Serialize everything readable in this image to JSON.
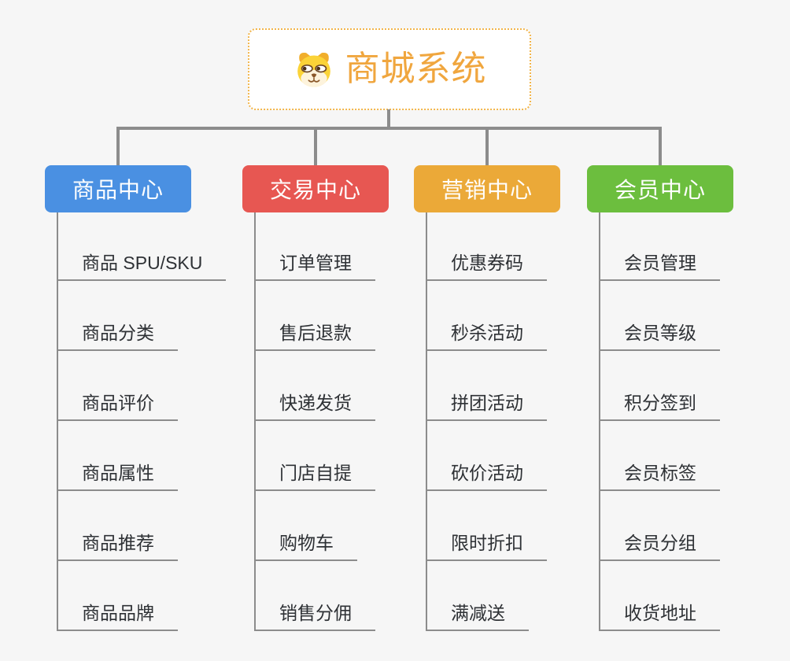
{
  "root": {
    "title": "商城系统",
    "icon": "dog-face-icon"
  },
  "branches": [
    {
      "label": "商品中心",
      "color": "#4A90E2",
      "children": [
        "商品 SPU/SKU",
        "商品分类",
        "商品评价",
        "商品属性",
        "商品推荐",
        "商品品牌"
      ]
    },
    {
      "label": "交易中心",
      "color": "#E75752",
      "children": [
        "订单管理",
        "售后退款",
        "快递发货",
        "门店自提",
        "购物车",
        "销售分佣"
      ]
    },
    {
      "label": "营销中心",
      "color": "#EBA938",
      "children": [
        "优惠券码",
        "秒杀活动",
        "拼团活动",
        "砍价活动",
        "限时折扣",
        "满减送"
      ]
    },
    {
      "label": "会员中心",
      "color": "#6CBE3E",
      "children": [
        "会员管理",
        "会员等级",
        "积分签到",
        "会员标签",
        "会员分组",
        "收货地址"
      ]
    }
  ],
  "colors": {
    "background": "#F6F6F6",
    "connector_gray": "#8C8C8C",
    "leaf_text": "#2E3135",
    "root_text_orange": "#F0A63E",
    "root_border_orange": "#F2B54A",
    "root_background": "#FFFFFF",
    "branch_label_text": "#FFFFFF"
  }
}
